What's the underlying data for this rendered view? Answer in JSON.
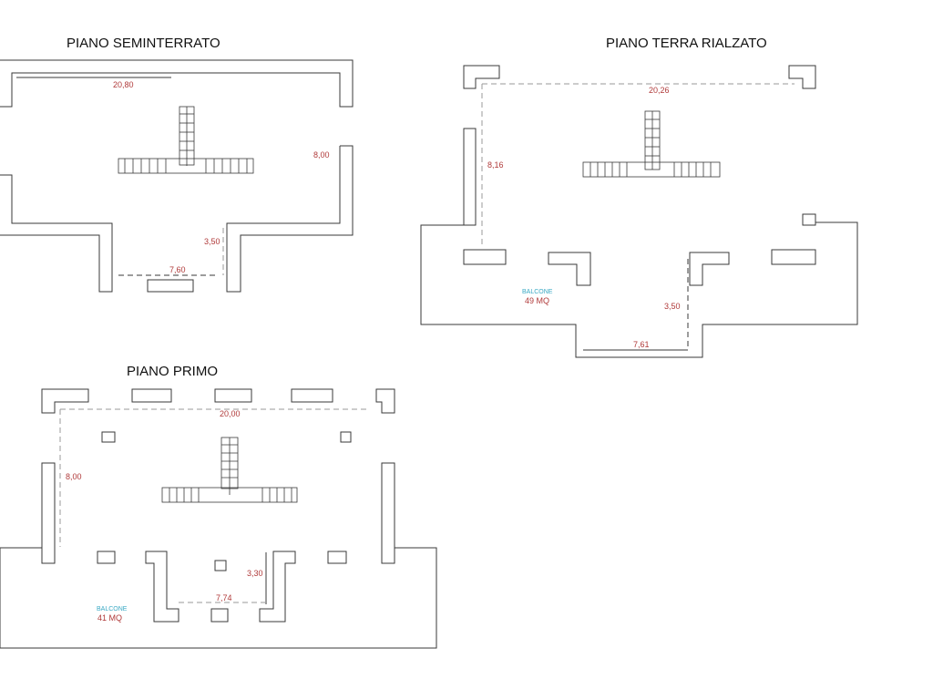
{
  "colors": {
    "dimension_text": "#b03a3a",
    "balcony_label": "#3aa9c4",
    "walls": "#3a3a3a"
  },
  "plans": {
    "basement": {
      "title": "PIANO SEMINTERRATO",
      "dimensions": {
        "width_top": "20,80",
        "depth_right": "8,00",
        "recess_depth": "3,50",
        "recess_width": "7,60"
      }
    },
    "ground": {
      "title": "PIANO  TERRA  RIALZATO",
      "dimensions": {
        "width_top": "20,26",
        "depth_left": "8,16",
        "recess_depth": "3,50",
        "recess_width": "7,61"
      },
      "balcony": {
        "label": "BALCONE",
        "area": "49 MQ"
      }
    },
    "first": {
      "title": "PIANO  PRIMO",
      "dimensions": {
        "width_top": "20,00",
        "depth_left": "8,00",
        "recess_depth": "3,30",
        "recess_width": "7,74"
      },
      "balcony": {
        "label": "BALCONE",
        "area": "41 MQ"
      }
    }
  }
}
